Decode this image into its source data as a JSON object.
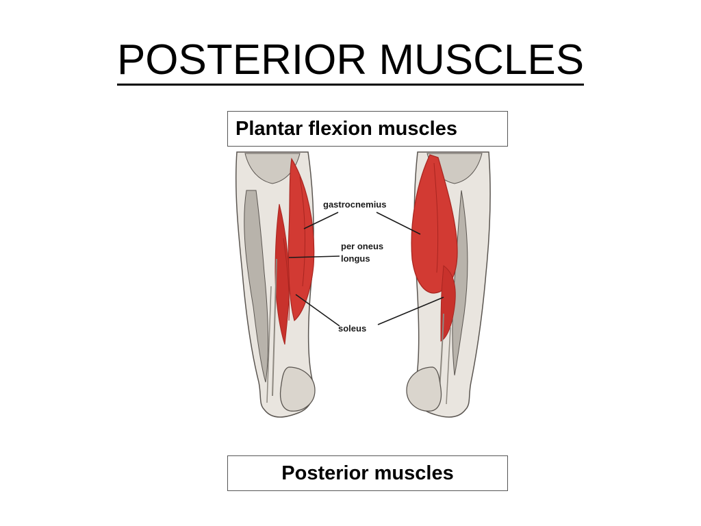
{
  "slide": {
    "title": "POSTERIOR MUSCLES",
    "top_caption": "Plantar flexion muscles",
    "bottom_caption": "Posterior muscles"
  },
  "figure": {
    "labels": {
      "gastrocnemius": "gastrocnemius",
      "peroneus_line1": "per oneus",
      "peroneus_line2": "longus",
      "soleus": "soleus"
    },
    "colors": {
      "muscle_red": "#d23a33",
      "muscle_dark": "#a82520",
      "tendon_white": "#e9e5df",
      "bone_grey": "#b8b3ab",
      "outline": "#5a5550"
    }
  }
}
